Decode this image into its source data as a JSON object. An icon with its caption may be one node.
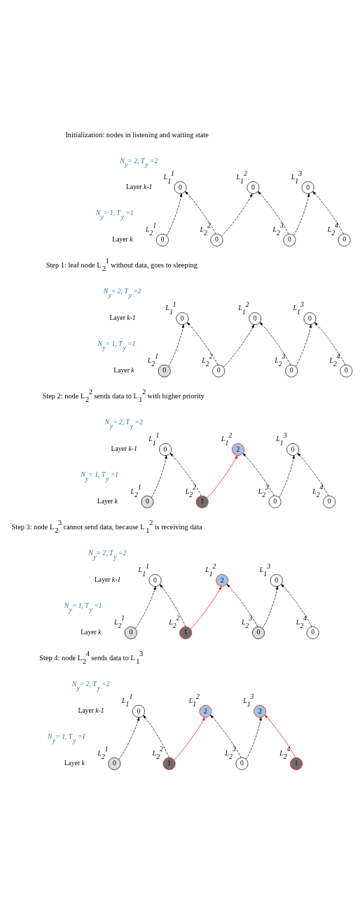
{
  "diagram": {
    "nodes": [
      {
        "text": [
          "0"
        ],
        "beside": [
          "L$_{1}$$^{1}$"
        ]
      },
      {
        "text": [
          "0"
        ],
        "beside": [
          "L$_{1}$$^{2}$"
        ]
      },
      {
        "text": [
          "0"
        ],
        "beside": [
          "L$_{1}$$^{3}$"
        ]
      },
      {
        "text": [
          "0"
        ],
        "beside": [
          "L$_{2}$$^{1}$"
        ]
      },
      {
        "text": [
          "0"
        ],
        "beside": [
          "L$_{2}$$^{2}$"
        ]
      },
      {
        "text": [
          "0"
        ],
        "beside": [
          "L$_{2}$$^{3}$"
        ]
      },
      {
        "text": [
          "0"
        ],
        "beside": [
          "L$_{2}$$^{4}$"
        ]
      },
      {
        "text": [
          "0"
        ],
        "beside": [
          "L$_{1}$$^{1}$"
        ]
      },
      {
        "text": [
          "0"
        ],
        "beside": [
          "L$_{1}$$^{2}$"
        ]
      },
      {
        "text": [
          "0"
        ],
        "beside": [
          "L$_{1}$$^{3}$"
        ]
      },
      {
        "text": [
          "0"
        ],
        "beside": [
          "L$_{2}$$^{1}$"
        ]
      },
      {
        "text": [
          "0"
        ],
        "beside": [
          "L$_{2}$$^{2}$"
        ]
      },
      {
        "text": [
          "0"
        ],
        "beside": [
          "L$_{2}$$^{3}$"
        ]
      },
      {
        "text": [
          "0"
        ],
        "beside": [
          "L$_{2}$$^{4}$"
        ]
      },
      {
        "text": [
          "0"
        ],
        "beside": [
          "L$_{1}$$^{1}$"
        ]
      },
      {
        "text": [
          "2"
        ],
        "beside": [
          "L$_{1}$$^{2}$"
        ]
      },
      {
        "text": [
          "0"
        ],
        "beside": [
          "L$_{1}$$^{3}$"
        ]
      },
      {
        "text": [
          "0"
        ],
        "beside": [
          "L$_{2}$$^{1}$"
        ]
      },
      {
        "text": [
          "1"
        ],
        "beside": [
          "L$_{2}$$^{2}$"
        ]
      },
      {
        "text": [
          "0"
        ],
        "beside": [
          "L$_{2}$$^{3}$"
        ]
      },
      {
        "text": [
          "0"
        ],
        "beside": [
          "L$_{2}$$^{4}$"
        ]
      },
      {
        "text": [
          "0"
        ],
        "beside": [
          "L$_{1}$$^{1}$"
        ]
      },
      {
        "text": [
          "2"
        ],
        "beside": [
          "L$_{1}$$^{2}$"
        ]
      },
      {
        "text": [
          "0"
        ],
        "beside": [
          "L$_{1}$$^{3}$"
        ]
      },
      {
        "text": [
          "0"
        ],
        "beside": [
          "L$_{2}$$^{1}$"
        ]
      },
      {
        "text": [
          "1"
        ],
        "beside": [
          "L$_{2}$$^{2}$"
        ]
      },
      {
        "text": [
          "0"
        ],
        "beside": [
          "L$_{2}$$^{3}$"
        ]
      },
      {
        "text": [
          "0"
        ],
        "beside": [
          "L$_{2}$$^{4}$"
        ]
      },
      {
        "text": [
          "0"
        ],
        "beside": [
          "L$_{1}$$^{1}$"
        ]
      },
      {
        "text": [
          "2"
        ],
        "beside": [
          "L$_{1}$$^{2}$"
        ]
      },
      {
        "text": [
          "2"
        ],
        "beside": [
          "L$_{1}$$^{3}$"
        ]
      },
      {
        "text": [
          "0"
        ],
        "beside": [
          "L$_{2}$$^{1}$"
        ]
      },
      {
        "text": [
          "1"
        ],
        "beside": [
          "L$_{2}$$^{2}$"
        ]
      },
      {
        "text": [
          "0"
        ],
        "beside": [
          "L$_{2}$$^{3}$"
        ]
      },
      {
        "text": [
          "1"
        ],
        "beside": [
          "L$_{2}$$^{4}$"
        ]
      }
    ],
    "edges": [
      {
        "from": 3,
        "to": 0,
        "arrow": "to",
        "style": "dashed"
      },
      {
        "from": 4,
        "to": 0,
        "arrow": "to",
        "style": "dashed"
      },
      {
        "from": 4,
        "to": 1,
        "arrow": "to",
        "style": "dashed"
      },
      {
        "from": 5,
        "to": 1,
        "arrow": "to",
        "style": "dashed"
      },
      {
        "from": 5,
        "to": 2,
        "arrow": "to",
        "style": "dashed"
      },
      {
        "from": 6,
        "to": 2,
        "arrow": "to",
        "style": "dashed"
      },
      {
        "from": 10,
        "to": 7,
        "arrow": "to",
        "style": "dashed"
      },
      {
        "from": 11,
        "to": 7,
        "arrow": "to",
        "style": "dashed"
      },
      {
        "from": 11,
        "to": 8,
        "arrow": "to",
        "style": "dashed"
      },
      {
        "from": 12,
        "to": 8,
        "arrow": "to",
        "style": "dashed"
      },
      {
        "from": 12,
        "to": 9,
        "arrow": "to",
        "style": "dashed"
      },
      {
        "from": 13,
        "to": 9,
        "arrow": "to",
        "style": "dashed"
      },
      {
        "from": 17,
        "to": 14,
        "arrow": "to",
        "style": "dashed"
      },
      {
        "from": 18,
        "to": 14,
        "arrow": "to",
        "style": "dashed"
      },
      {
        "from": 18,
        "to": 15,
        "arrow": "to",
        "color": "#ff0000"
      },
      {
        "from": 19,
        "to": 15,
        "arrow": "to",
        "style": "dashed"
      },
      {
        "from": 19,
        "to": 16,
        "arrow": "to",
        "style": "dashed"
      },
      {
        "from": 20,
        "to": 16,
        "arrow": "to",
        "style": "dashed"
      },
      {
        "from": 24,
        "to": 21,
        "arrow": "to",
        "style": "dashed"
      },
      {
        "from": 25,
        "to": 21,
        "arrow": "to",
        "style": "dashed"
      },
      {
        "from": 25,
        "to": 22,
        "arrow": "to",
        "color": "#ff0000"
      },
      {
        "from": 26,
        "to": 22,
        "arrow": "to",
        "style": "dashed"
      },
      {
        "from": 26,
        "to": 23,
        "arrow": "to",
        "style": "dashed"
      },
      {
        "from": 27,
        "to": 23,
        "arrow": "to",
        "style": "dashed"
      },
      {
        "from": 31,
        "to": 28,
        "arrow": "to",
        "style": "dashed"
      },
      {
        "from": 32,
        "to": 28,
        "arrow": "to",
        "style": "dashed"
      },
      {
        "from": 32,
        "to": 29,
        "arrow": "to",
        "color": "#ff0000"
      },
      {
        "from": 33,
        "to": 29,
        "arrow": "to",
        "style": "dashed"
      },
      {
        "from": 33,
        "to": 30,
        "arrow": "to",
        "style": "dashed"
      },
      {
        "from": 34,
        "to": 30,
        "arrow": "to",
        "color": "#ff0000"
      }
    ],
    "labels": [
      "Initialization: nodes in listening and waiting state",
      "N$_{y}$= 2, T$_{y}$ =2",
      "Layer *k-1*",
      "N$_{y}$= 1, T$_{y}$ =1",
      "Layer *k*",
      "Step 1: leaf node L$_{2}$$^{1}$ without data, goes to sleeping",
      "N$_{y}$= 2, T$_{y}$ =2",
      "Layer *k-1*",
      "N$_{y}$= 1, T$_{y}$ =1",
      "Layer *k*",
      "Step 2: node L$_{2}$$^{2}$ sends data to L$_{1}$$^{2}$ with higher priority",
      "N$_{y}$= 2, T$_{y}$ =2",
      "Layer *k-1*",
      "N$_{y}$= 1, T$_{y}$ =1",
      "Layer *k*",
      "Step 3: node L$_{2}$$^{3}$ cannot send data, because L$_{1}$$^{2}$ is receiving data",
      "N$_{y}$= 2, T$_{y}$ =2",
      "Layer *k-1*",
      "N$_{y}$= 1, T$_{y}$ =1",
      "Layer *k*",
      "Step 4: node L$_{2}$$^{4}$ sends data to L$_{1}$$^{3}$",
      "N$_{y}$= 2, T$_{y}$ =2",
      "Layer *k-1*",
      "N$_{y}$= 1, T$_{y}$ =1",
      "Layer *k*"
    ]
  }
}
